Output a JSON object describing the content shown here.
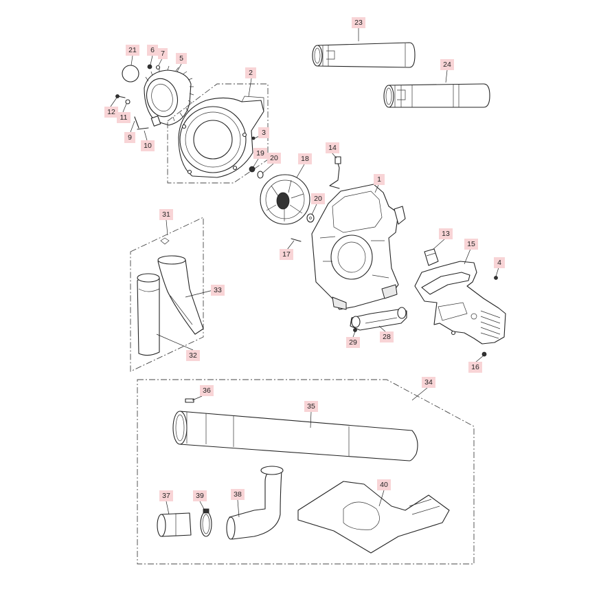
{
  "callouts": {
    "c1": "1",
    "c2": "2",
    "c3": "3",
    "c4": "4",
    "c5": "5",
    "c6": "6",
    "c7": "7",
    "c9": "9",
    "c10": "10",
    "c11": "11",
    "c12": "12",
    "c13": "13",
    "c14": "14",
    "c15": "15",
    "c16": "16",
    "c17": "17",
    "c18": "18",
    "c19": "19",
    "c20a": "20",
    "c20b": "20",
    "c21": "21",
    "c23": "23",
    "c24": "24",
    "c28": "28",
    "c29": "29",
    "c31": "31",
    "c32": "32",
    "c33": "33",
    "c34": "34",
    "c35": "35",
    "c36": "36",
    "c37": "37",
    "c38": "38",
    "c39": "39",
    "c40": "40"
  },
  "colors": {
    "callout_bg": "#f8d4d6",
    "line": "#222222"
  }
}
